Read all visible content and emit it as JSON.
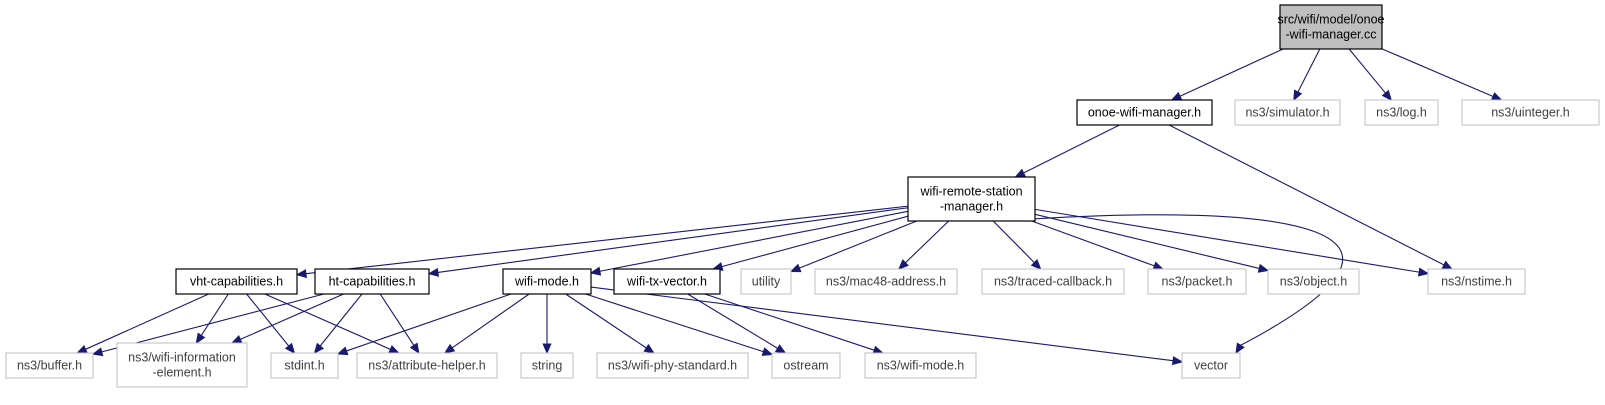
{
  "nodes": [
    {
      "id": "root",
      "lines": [
        "src/wifi/model/onoe",
        "-wifi-manager.cc"
      ],
      "kind": "root"
    },
    {
      "id": "onoe_h",
      "lines": [
        "onoe-wifi-manager.h"
      ],
      "kind": "local"
    },
    {
      "id": "simulator",
      "lines": [
        "ns3/simulator.h"
      ],
      "kind": "ext"
    },
    {
      "id": "log",
      "lines": [
        "ns3/log.h"
      ],
      "kind": "ext"
    },
    {
      "id": "uinteger",
      "lines": [
        "ns3/uinteger.h"
      ],
      "kind": "ext"
    },
    {
      "id": "wrsm",
      "lines": [
        "wifi-remote-station",
        "-manager.h"
      ],
      "kind": "local"
    },
    {
      "id": "vht",
      "lines": [
        "vht-capabilities.h"
      ],
      "kind": "local"
    },
    {
      "id": "ht",
      "lines": [
        "ht-capabilities.h"
      ],
      "kind": "local"
    },
    {
      "id": "wmode",
      "lines": [
        "wifi-mode.h"
      ],
      "kind": "local"
    },
    {
      "id": "wtx",
      "lines": [
        "wifi-tx-vector.h"
      ],
      "kind": "local"
    },
    {
      "id": "utility",
      "lines": [
        "utility"
      ],
      "kind": "ext"
    },
    {
      "id": "mac48",
      "lines": [
        "ns3/mac48-address.h"
      ],
      "kind": "ext"
    },
    {
      "id": "traced",
      "lines": [
        "ns3/traced-callback.h"
      ],
      "kind": "ext"
    },
    {
      "id": "packet",
      "lines": [
        "ns3/packet.h"
      ],
      "kind": "ext"
    },
    {
      "id": "object",
      "lines": [
        "ns3/object.h"
      ],
      "kind": "ext"
    },
    {
      "id": "nstime",
      "lines": [
        "ns3/nstime.h"
      ],
      "kind": "ext"
    },
    {
      "id": "buffer",
      "lines": [
        "ns3/buffer.h"
      ],
      "kind": "ext"
    },
    {
      "id": "wie",
      "lines": [
        "ns3/wifi-information",
        "-element.h"
      ],
      "kind": "ext"
    },
    {
      "id": "stdint",
      "lines": [
        "stdint.h"
      ],
      "kind": "ext"
    },
    {
      "id": "attr",
      "lines": [
        "ns3/attribute-helper.h"
      ],
      "kind": "ext"
    },
    {
      "id": "string",
      "lines": [
        "string"
      ],
      "kind": "ext"
    },
    {
      "id": "phystd",
      "lines": [
        "ns3/wifi-phy-standard.h"
      ],
      "kind": "ext"
    },
    {
      "id": "ostream",
      "lines": [
        "ostream"
      ],
      "kind": "ext"
    },
    {
      "id": "ns3wmode",
      "lines": [
        "ns3/wifi-mode.h"
      ],
      "kind": "ext"
    },
    {
      "id": "vector",
      "lines": [
        "vector"
      ],
      "kind": "ext"
    }
  ],
  "edges": [
    {
      "from": "root",
      "to": "onoe_h"
    },
    {
      "from": "root",
      "to": "simulator"
    },
    {
      "from": "root",
      "to": "log"
    },
    {
      "from": "root",
      "to": "uinteger"
    },
    {
      "from": "onoe_h",
      "to": "wrsm"
    },
    {
      "from": "onoe_h",
      "to": "nstime"
    },
    {
      "from": "wrsm",
      "to": "vht"
    },
    {
      "from": "wrsm",
      "to": "ht"
    },
    {
      "from": "wrsm",
      "to": "wmode"
    },
    {
      "from": "wrsm",
      "to": "wtx"
    },
    {
      "from": "wrsm",
      "to": "utility"
    },
    {
      "from": "wrsm",
      "to": "mac48"
    },
    {
      "from": "wrsm",
      "to": "traced"
    },
    {
      "from": "wrsm",
      "to": "packet"
    },
    {
      "from": "wrsm",
      "to": "object"
    },
    {
      "from": "wrsm",
      "to": "nstime"
    },
    {
      "from": "wrsm",
      "to": "vector"
    },
    {
      "from": "vht",
      "to": "buffer"
    },
    {
      "from": "vht",
      "to": "wie"
    },
    {
      "from": "vht",
      "to": "stdint"
    },
    {
      "from": "vht",
      "to": "attr"
    },
    {
      "from": "ht",
      "to": "buffer"
    },
    {
      "from": "ht",
      "to": "wie"
    },
    {
      "from": "ht",
      "to": "stdint"
    },
    {
      "from": "ht",
      "to": "attr"
    },
    {
      "from": "wmode",
      "to": "stdint"
    },
    {
      "from": "wmode",
      "to": "attr"
    },
    {
      "from": "wmode",
      "to": "string"
    },
    {
      "from": "wmode",
      "to": "phystd"
    },
    {
      "from": "wmode",
      "to": "ostream"
    },
    {
      "from": "wmode",
      "to": "vector"
    },
    {
      "from": "wtx",
      "to": "ostream"
    },
    {
      "from": "wtx",
      "to": "ns3wmode"
    }
  ],
  "colors": {
    "edge": "#191970",
    "root_fill": "#bfbfbf",
    "ext_border": "#bfbfbf",
    "local_border": "#000000"
  }
}
